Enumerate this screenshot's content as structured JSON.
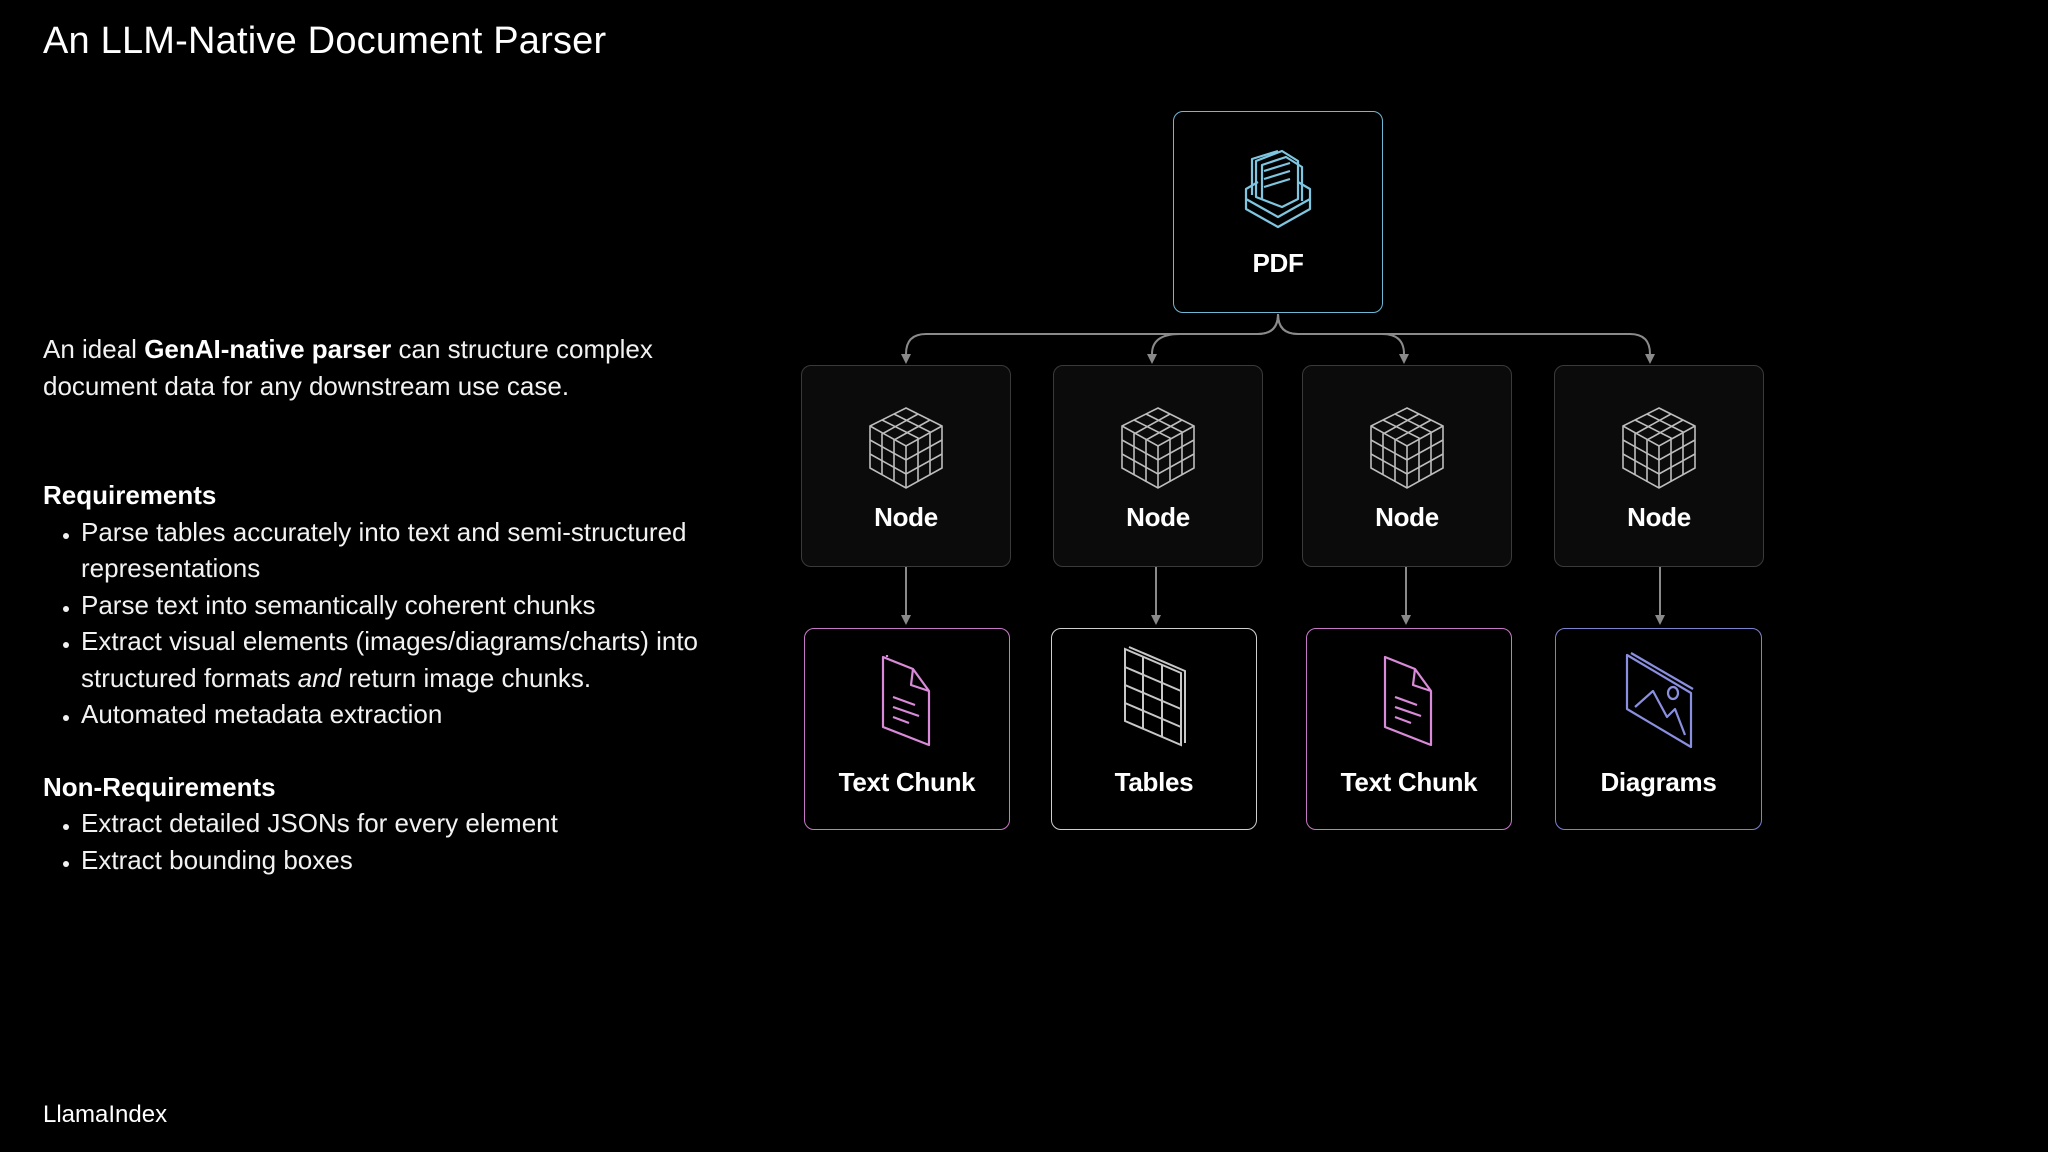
{
  "slide": {
    "title": "An LLM-Native Document Parser",
    "intro_prefix": "An ideal ",
    "intro_bold": "GenAI-native parser",
    "intro_suffix": " can structure complex document data for any downstream use case.",
    "requirements_heading": "Requirements",
    "requirements": {
      "r1": "Parse tables accurately into text and semi-structured representations",
      "r2": "Parse text into semantically coherent chunks",
      "r3_prefix": "Extract visual elements (images/diagrams/charts) into structured formats ",
      "r3_italic": "and",
      "r3_suffix": " return image chunks.",
      "r4": "Automated metadata extraction"
    },
    "non_requirements_heading": "Non-Requirements",
    "non_requirements": {
      "n1": "Extract detailed JSONs for every element",
      "n2": "Extract bounding boxes"
    },
    "footer": "LlamaIndex"
  },
  "diagram": {
    "root": {
      "label": "PDF",
      "icon": "pdf-stack-icon"
    },
    "nodes": [
      {
        "label": "Node",
        "icon": "cube-grid-icon"
      },
      {
        "label": "Node",
        "icon": "cube-grid-icon"
      },
      {
        "label": "Node",
        "icon": "cube-grid-icon"
      },
      {
        "label": "Node",
        "icon": "cube-grid-icon"
      }
    ],
    "outputs": [
      {
        "label": "Text Chunk",
        "icon": "document-icon"
      },
      {
        "label": "Tables",
        "icon": "table-grid-icon"
      },
      {
        "label": "Text Chunk",
        "icon": "document-icon"
      },
      {
        "label": "Diagrams",
        "icon": "image-icon"
      }
    ],
    "colors": {
      "pdf": "#6fb8d6",
      "text_chunk": "#c777c5",
      "tables": "#cfcfcf",
      "diagrams": "#7b82d0",
      "connector": "#8a8a8a"
    }
  }
}
